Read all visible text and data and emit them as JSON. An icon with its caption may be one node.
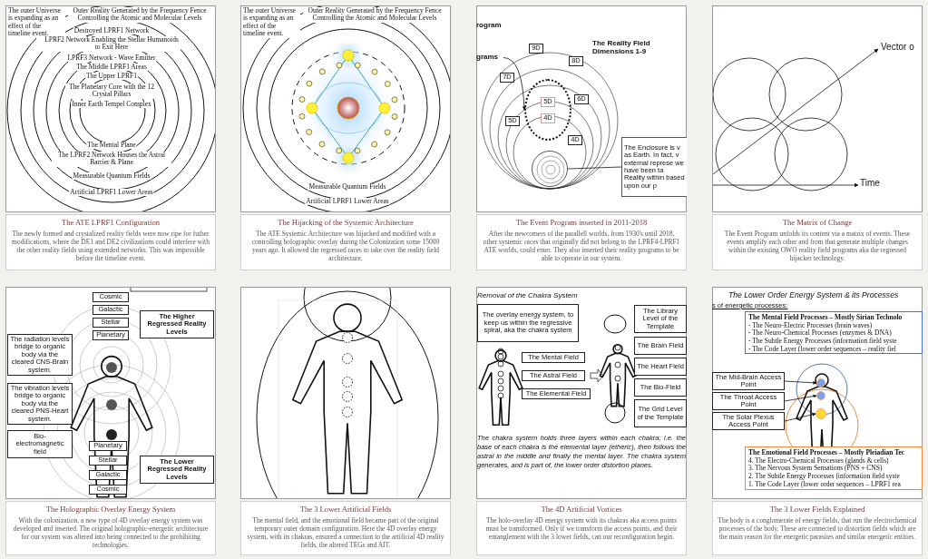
{
  "diagram": {
    "nodes": [
      {
        "text": [
          "The ATE LPRF1 Configuration",
          "The newly formed and crystalized reality fields were now ripe for futher modifications, where the DE1 and DE2 civilizations could interfere with the other reality fields using extended networks. This was impossible before the timeline event."
        ]
      },
      {
        "text": [
          "The Hijacking of the Systemic Architecture",
          "The ATE Systemic Architecture was hijacked and modified with a controlling holographic overlay during the Colonization some 15000 years ago. It allowed the regressed races to take over the reality field architecture."
        ]
      },
      {
        "text": [
          "grams"
        ]
      },
      {
        "text": [
          "9D"
        ]
      },
      {
        "text": [
          "8D"
        ]
      },
      {
        "text": [
          "7D"
        ]
      },
      {
        "text": [
          "5D"
        ],
        "in": 45
      },
      {
        "text": [
          "4D"
        ],
        "in": 45
      },
      {
        "text": [
          "6D"
        ]
      },
      {
        "text": [
          "5D"
        ]
      },
      {
        "text": [
          "4D"
        ]
      },
      {
        "text": [
          "The Enclosure is v as Earth. In fact, v external represe we have been ta Reality within based upon our p"
        ]
      },
      {
        "text": [
          "The Event Program inserted in 2011-2018",
          "After the newcomers of the parallell worlds, from 1930's until 2018, other systemic races that originally did not belong to the LPRF4-LPRF1 ATE worlds, could enter. They also inserted their reality programs to be able to operate in our system."
        ]
      },
      {
        "text": [
          "The Matrix of Change",
          "The Event Program unfolds its content via a matrix of events. These events amplify each other and from that generate multiple changes within the existing OWO reality field programs aka the regressed hijacker technology."
        ]
      },
      {
        "text": [
          "Cosmic"
        ]
      },
      {
        "text": [
          "Galactic"
        ]
      },
      {
        "text": [
          "Stellar"
        ]
      },
      {
        "text": [
          "Planetary"
        ]
      },
      {
        "text": [
          "The Higher Regressed Reality Levels"
        ]
      },
      {
        "text": [
          "The radiation levels bridge to organic body via the cleared CNS-Brain system."
        ]
      },
      {
        "text": [
          "The vibration levels bridge to organic body via the cleared PNS-Heart system."
        ]
      },
      {
        "text": [
          "Bio-electromagnetic field"
        ]
      },
      {
        "text": [
          "Planetary"
        ]
      },
      {
        "text": [
          "Stellar"
        ]
      },
      {
        "text": [
          "Galactic"
        ]
      },
      {
        "text": [
          "Cosmic"
        ]
      },
      {
        "text": [
          "The Lower Regressed Reality Levels"
        ]
      },
      {
        "text": [
          "The Holographic Overlay Energy System",
          "With the colonization, a new type of 4D overlay energy system was developed and inserted. The original holographic-energetic architecture for our system was altered into being connected to the prohibiting technologies."
        ]
      },
      {
        "text": [
          "The 3 Lower Artificial Fields",
          "The mental field, and the emotional field became part of the original temporary outer domain configuration. Here the 4D overlay energy system, with its chakras, ensured a connection to the artificial 4D reality fields, the altered TEGs and AIT."
        ]
      },
      {
        "text": [
          "The overlay energy system, to keep us within the regressive spiral, aka the chakra system"
        ]
      },
      {
        "text": [
          "The Mental Field"
        ]
      },
      {
        "text": [
          "The Astral Field"
        ]
      },
      {
        "text": [
          "The Elemental Field"
        ]
      },
      {
        "text": [
          "The Library Level of the Template"
        ]
      },
      {
        "text": [
          "The Brain Field"
        ]
      },
      {
        "text": [
          "The Heart Field"
        ]
      },
      {
        "text": [
          "The Bio-Field"
        ]
      },
      {
        "text": [
          "The Grid Level of the Template"
        ]
      },
      {
        "text": [
          "The 4D Artificial Vortices",
          "The holo-overlay 4D energy system with its chakras aka access points must be transformed. Only if we transform the access points, and their entanglement with the 3 lower fields, can our reconfiguration begin."
        ]
      },
      {
        "text": [
          "The Mental Field Processes – Mostly Sirian Technolo",
          "- The Neuro-Electric Processes (brain waves)",
          "- The Neuro-Chemical Processes (enzymes & DNA)",
          "- The Subtle Energy Processes (information field syste",
          "- The Code Layer (lower order sequences – reality fiel"
        ]
      },
      {
        "text": [
          "The Mid-Brain Access Point"
        ]
      },
      {
        "text": [
          "The Throat Access Point"
        ]
      },
      {
        "text": [
          "The Solar Plexus Access Point"
        ]
      },
      {
        "text": [
          "The Emotional Field Processes – Mostly Pleiadian Tec",
          "4. The Electro-Chemical Processes (glands & cells)",
          "3. The Nervous System Sensations (PNS + CNS)",
          "2. The Subtle Energy Processes (information field syste",
          "1. The Code Layer (lower order sequences – LPRF1 rea"
        ]
      },
      {
        "text": [
          "The 3 Lower Fields Explained",
          "The body is a conglomerate of energy fields, that run the electrochemical processes of the body. These are connected to distortion fields which are the main reason for the energetic parasites and similar energetic entities."
        ]
      },
      {
        "text": [],
        "shape": "circle"
      },
      {
        "text": [],
        "shape": "circle"
      },
      {
        "text": [],
        "shape": "circle"
      },
      {
        "text": [],
        "shape": "circle"
      },
      {
        "text": [],
        "shape": "circle"
      }
    ],
    "edges": [
      {
        "from": 2,
        "to": 45,
        "arrow": "to"
      },
      {
        "from": 11,
        "to": 46,
        "arrow": "none"
      },
      {
        "from": 40,
        "to": 47,
        "arrow": "to"
      },
      {
        "from": 41,
        "to": 48,
        "arrow": "to"
      },
      {
        "from": 42,
        "to": 49,
        "arrow": "to"
      }
    ],
    "labels": [
      "The outer Universe is expanding as an effect of the timeline event.",
      "Outer Reality Generated by the Frequency Fence Controlling the Atomic and Molecular Levels",
      "Destroyed LPRF1 Network",
      "LPRF2 Network Enabling the Stellar Humanoids to Exit Here",
      "LPRF3 Network - Wave Emitter",
      "The Middle LPRF1 Areas",
      "The Upper LPRF1",
      "The Planetary Core with the 12 Crystal Pillars",
      "Inner Earth Tempel Complex",
      "The Mental Plane",
      "The LPRF2 Network Houses the Astral Barrier & Plane",
      "Measurable Quantum Fields",
      "Artificial LPRF1 Lower Areas",
      "The outer Universe is expanding as an effect of the timeline event.",
      "Outer Reality Generated by the Frequency Fence Controlling the Atomic and Molecular Levels",
      "Measurable Quantum Fields",
      "Artificial LPRF1 Lower Areas",
      "rogram",
      "The Reality Field Dimensions 1-9",
      "Vector o",
      "Time",
      "Removal of the Chakra System",
      "The chakra system holds three layers within each chakra; i.e. the base of each chakra is the elemental layer (etheric), then follows the astral in the middle and finally the mental layer. The chakra system generates, and is part of, the lower order distortion planes.",
      "The Lower Order Energy System & its Processes",
      "s of energetic processes:"
    ]
  }
}
